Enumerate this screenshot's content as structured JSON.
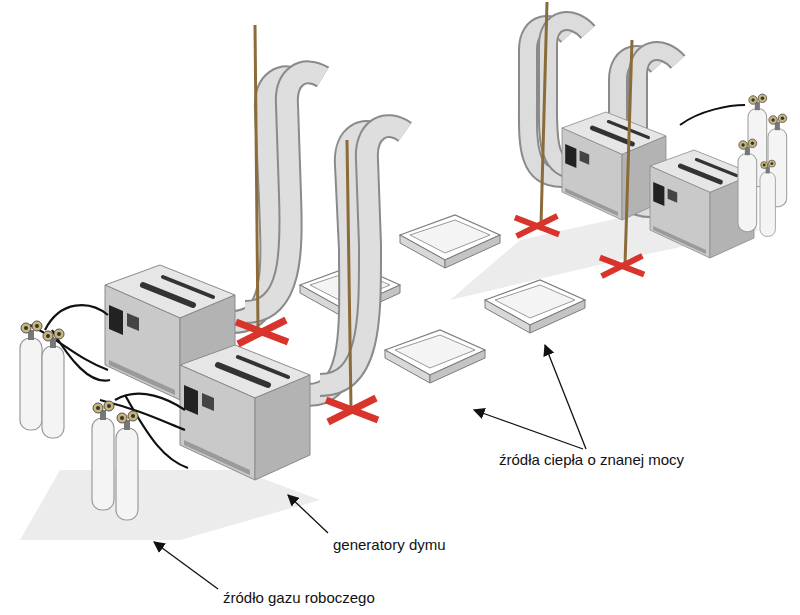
{
  "diagram": {
    "labels": [
      "źródła ciepła o znanej mocy",
      "generatory dymu",
      "źródło gazu roboczego"
    ]
  }
}
